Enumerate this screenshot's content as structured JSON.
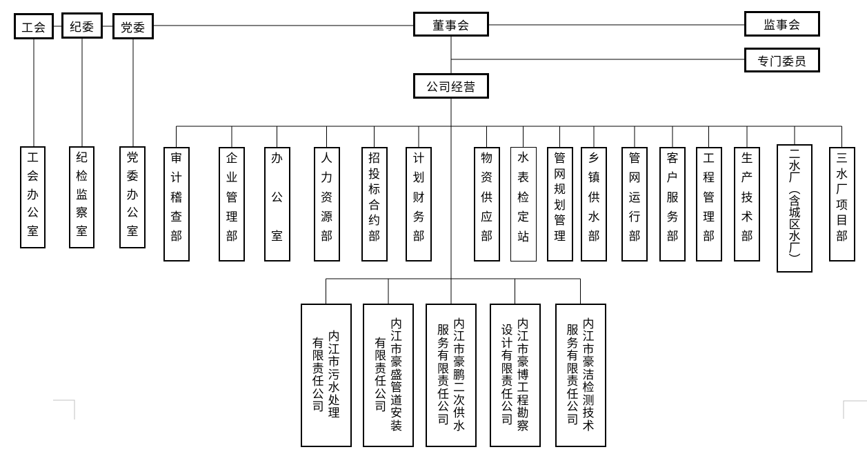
{
  "top": {
    "union": "工会",
    "discipline": "纪委",
    "party": "党委",
    "board": "董事会",
    "supervisory": "监事会",
    "special": "专门委员",
    "management": "公司经营"
  },
  "offices": [
    "工会办公室",
    "纪检监察室",
    "党委办公室"
  ],
  "departments": [
    "审计稽查部",
    "企业管理部",
    "办公室",
    "人力资源部",
    "招投标合约部",
    "计划财务部",
    "物资供应部",
    "水表检定站",
    "管网规划管理",
    "乡镇供水部",
    "管网运行部",
    "客户服务部",
    "工程管理部",
    "生产技术部",
    "二水厂︵含城区水厂︶",
    "三水厂项目部"
  ],
  "subsidiaries": [
    {
      "line1": "内江市污水处理",
      "line2": "有限责任公司"
    },
    {
      "line1": "内江市豪盛管道安装",
      "line2": "有限责任公司"
    },
    {
      "line1": "内江市豪鹏二次供水",
      "line2": "服务有限责任公司"
    },
    {
      "line1": "内江市豪博工程勘察",
      "line2": "设计有限责任公司"
    },
    {
      "line1": "内江市豪洁检测技术",
      "line2": "服务有限责任公司"
    }
  ],
  "line_color": "#000000",
  "mark_color": "#c0c0c0"
}
